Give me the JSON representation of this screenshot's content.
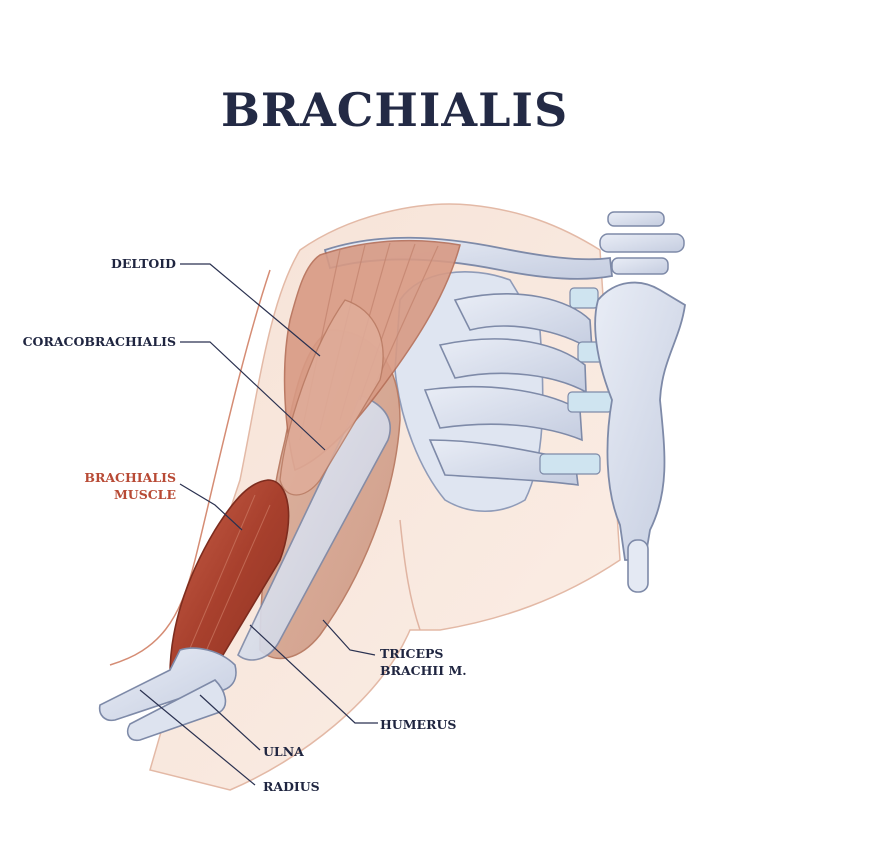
{
  "diagram": {
    "title": "BRACHIALIS",
    "highlight_color": "#b84a35",
    "label_color": "#1f2540",
    "labels": {
      "deltoid": "DELTOID",
      "coracobrachialis": "CORACOBRACHIALIS",
      "brachialis_line1": "BRACHIALIS",
      "brachialis_line2": "MUSCLE",
      "triceps_line1": "TRICEPS",
      "triceps_line2": "BRACHII M.",
      "humerus": "HUMERUS",
      "ulna": "ULNA",
      "radius": "RADIUS"
    }
  }
}
